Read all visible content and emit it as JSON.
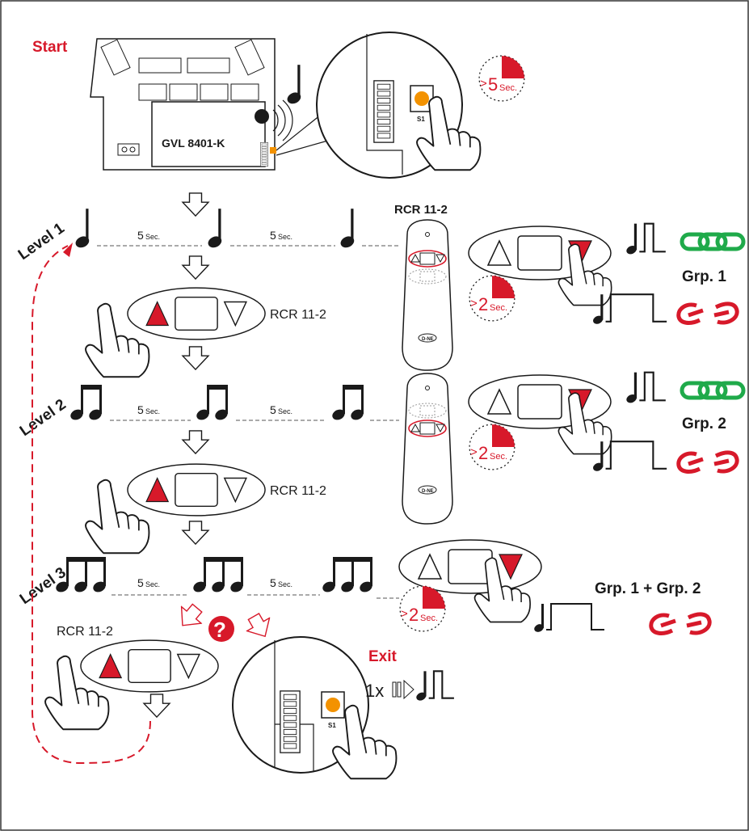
{
  "start_label": "Start",
  "board_label": "GVL 8401-K",
  "timer_start": {
    "prefix": ">",
    "value": "5",
    "unit": "Sec."
  },
  "timer_short": {
    "prefix": ">",
    "value": "2",
    "unit": "Sec."
  },
  "s1_label": "S1",
  "remote_title": "RCR 11-2",
  "remote_ref": "RCR 11-2",
  "remote_brand": "D-NE",
  "levels": [
    {
      "label": "Level 1",
      "interval": "5",
      "unit": "Sec."
    },
    {
      "label": "Level 2",
      "interval": "5",
      "unit": "Sec."
    },
    {
      "label": "Level 3",
      "interval": "5",
      "unit": "Sec."
    }
  ],
  "groups": {
    "grp1": "Grp. 1",
    "grp2": "Grp. 2",
    "grp12": "Grp. 1 + Grp. 2"
  },
  "exit_label": "Exit",
  "exit_count": "1x",
  "question_mark": "?",
  "colors": {
    "red": "#d7192a",
    "green": "#1faa4a",
    "orange": "#f39200",
    "black": "#1a1a1a"
  },
  "icons": [
    "arrow-down-icon",
    "note-icon",
    "double-note-icon",
    "triple-note-icon",
    "pulse-icon",
    "hand-icon",
    "chain-linked-icon",
    "chain-broken-icon",
    "timer-icon",
    "question-icon"
  ]
}
